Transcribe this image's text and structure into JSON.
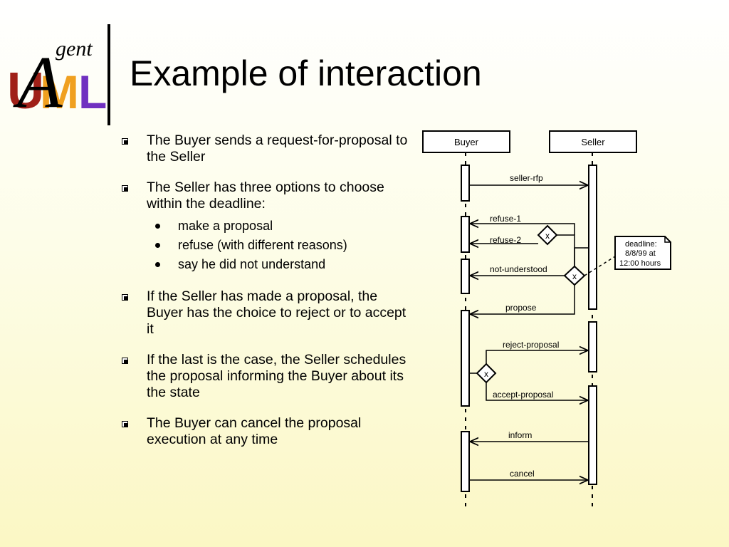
{
  "slide": {
    "title": "Example of interaction",
    "logo": {
      "text": "AgentUML",
      "small": "gent",
      "big": "A",
      "u": "U",
      "m": "M",
      "l": "L"
    },
    "bullets": [
      {
        "text": "The Buyer sends a request-for-proposal to the Seller"
      },
      {
        "text": "The Seller has three options to choose within the deadline:",
        "sub": [
          "make a proposal",
          "refuse (with different reasons)",
          "say he did not understand"
        ]
      },
      {
        "text": "If the Seller has made a proposal, the Buyer has the choice to reject or to accept it"
      },
      {
        "text": "If the last is the case, the Seller schedules the proposal informing the Buyer about its the state"
      },
      {
        "text": "The Buyer can cancel the proposal execution at any time"
      }
    ]
  },
  "diagram": {
    "participants": {
      "buyer": "Buyer",
      "seller": "Seller"
    },
    "messages": {
      "seller_rfp": "seller-rfp",
      "refuse_1": "refuse-1",
      "refuse_2": "refuse-2",
      "not_understood": "not-understood",
      "propose": "propose",
      "reject_proposal": "reject-proposal",
      "accept_proposal": "accept-proposal",
      "inform": "inform",
      "cancel": "cancel"
    },
    "choice_symbol": "x",
    "note": {
      "line1": "deadline:",
      "line2": "8/8/99 at",
      "line3": "12:00 hours"
    }
  }
}
